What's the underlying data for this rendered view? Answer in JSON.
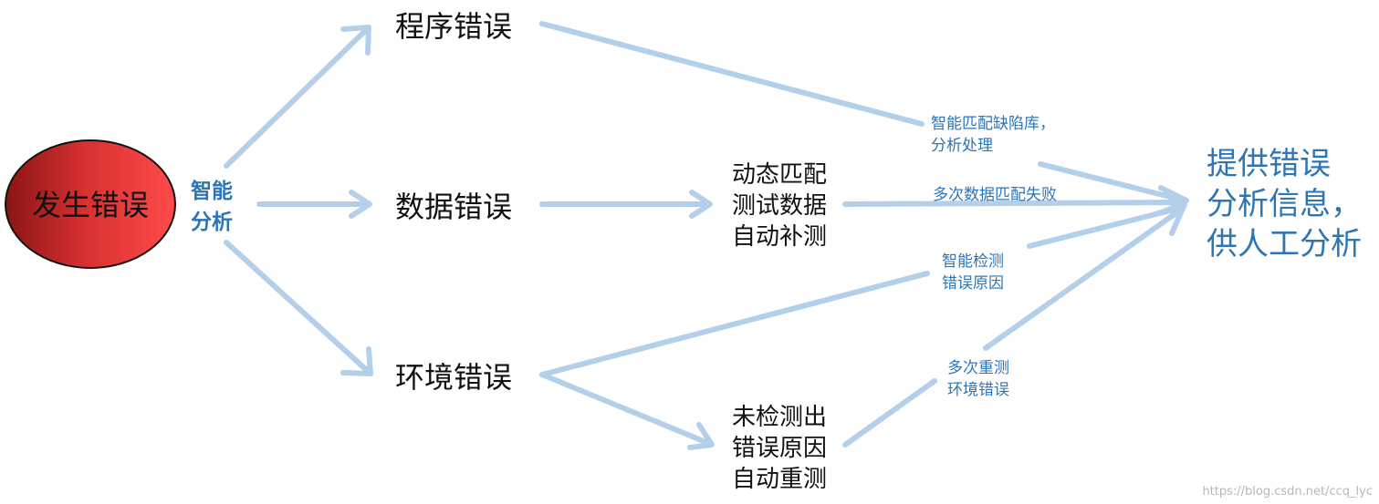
{
  "start_node": {
    "label": "发生错误"
  },
  "analysis_label": {
    "line1": "智能",
    "line2": "分析"
  },
  "categories": [
    {
      "id": "program",
      "label": "程序错误"
    },
    {
      "id": "data",
      "label": "数据错误"
    },
    {
      "id": "env",
      "label": "环境错误"
    }
  ],
  "data_action": {
    "lines": [
      "动态匹配",
      "测试数据",
      "自动补测"
    ]
  },
  "env_action": {
    "lines": [
      "未检测出",
      "错误原因",
      "自动重测"
    ]
  },
  "edge_labels": {
    "program": {
      "line1": "智能匹配缺陷库，",
      "line2": "分析处理"
    },
    "data": {
      "line1": "多次数据匹配失败"
    },
    "env_detect": {
      "line1": "智能检测",
      "line2": "错误原因"
    },
    "env_retest": {
      "line1": "多次重测",
      "line2": "环境错误"
    }
  },
  "result": {
    "lines": [
      "提供错误",
      "分析信息，",
      "供人工分析"
    ]
  },
  "watermark": "https://blog.csdn.net/ccq_lyc",
  "colors": {
    "start_fill": "#e03c3c",
    "arrow": "#b4cfe9",
    "accent_text": "#2e75b6"
  }
}
